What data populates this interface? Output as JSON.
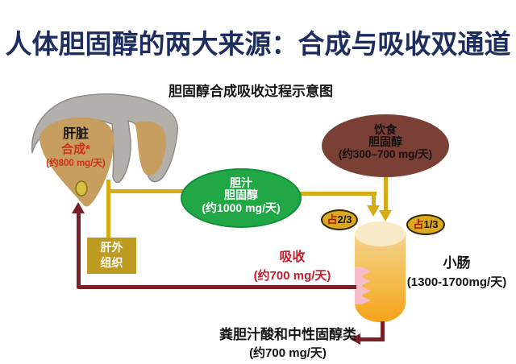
{
  "title": "人体胆固醇的两大来源：合成与吸收双通道",
  "subtitle": "胆固醇合成吸收过程示意图",
  "liver": {
    "name": "肝脏",
    "process": "合成*",
    "amount": "(约800 mg/天)"
  },
  "bile": {
    "line1": "胆汁",
    "line2": "胆固醇",
    "amount": "(约1000 mg/天)"
  },
  "diet": {
    "line1": "饮食",
    "line2": "胆固醇",
    "amount": "(约300–700 mg/天)"
  },
  "shares": {
    "bile": {
      "prefix": "占",
      "fraction": "2/3"
    },
    "diet": {
      "prefix": "占",
      "fraction": "1/3"
    }
  },
  "absorption": {
    "label": "吸收",
    "amount": "(约700 mg/天)"
  },
  "intestine": {
    "label": "小肠",
    "amount": "(1300-1700mg/天)"
  },
  "extrahepatic": {
    "line1": "肝外",
    "line2": "组织"
  },
  "feces": {
    "label": "粪胆汁酸和中性固醇类",
    "amount": "(约700 mg/天)"
  },
  "colors": {
    "title_navy": "#1E2D5F",
    "synthesis_red": "#CF3018",
    "bile_green": "#21A746",
    "diet_brown": "#7A4035",
    "connector_gold": "#D7AB15",
    "return_maroon": "#782026",
    "absorption_red": "#BF1E2E",
    "tissue_box_gold": "#BD9B20",
    "intestine_orange": "#F6A318",
    "liver_tan": "#C79E5F",
    "liver_gray": "#B3B0AC"
  }
}
